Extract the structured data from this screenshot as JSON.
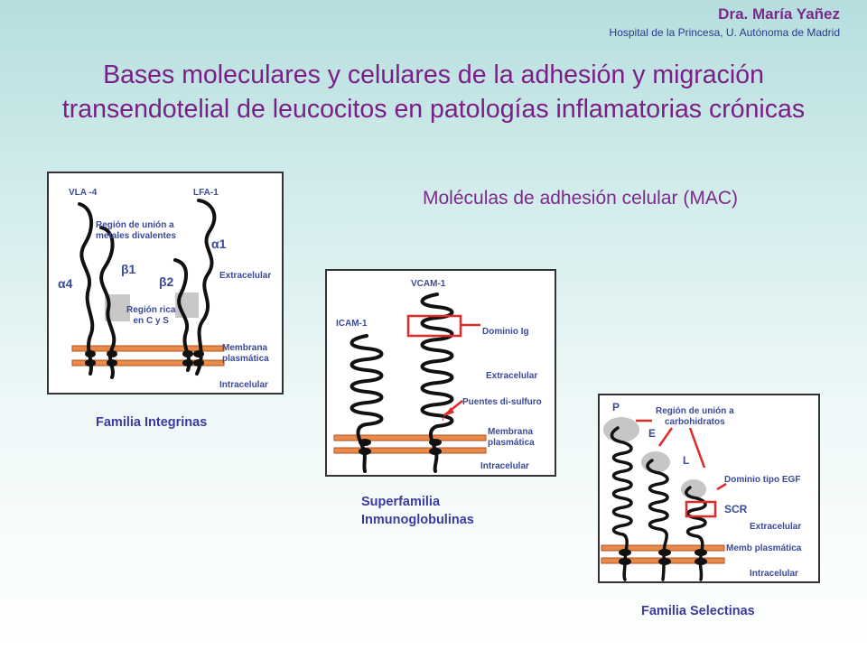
{
  "header": {
    "author": "Dra. María Yañez",
    "affiliation": "Hospital de la Princesa, U. Autónoma de Madrid",
    "title_line1": "Bases moleculares y celulares de la adhesión y migración",
    "title_line2": "transendotelial de leucocitos en patologías inflamatorias crónicas"
  },
  "subtitle": "Moléculas de adhesión celular (MAC)",
  "integrins": {
    "caption": "Familia Integrinas",
    "vla4": "VLA -4",
    "lfa1": "LFA-1",
    "metal_region_1": "Región de unión a",
    "metal_region_2": "metales divalentes",
    "alpha1": "α1",
    "beta1": "β1",
    "beta2": "β2",
    "alpha4": "α4",
    "cys_region_1": "Región rica",
    "cys_region_2": "en C y S",
    "extracellular": "Extracelular",
    "membrane_1": "Membrana",
    "membrane_2": "plasmática",
    "intracellular": "Intracelular"
  },
  "immunoglobulins": {
    "caption_1": "Superfamilia",
    "caption_2": "Inmunoglobulinas",
    "vcam1": "VCAM-1",
    "icam1": "ICAM-1",
    "ig_domain": "Dominio Ig",
    "extracellular": "Extracelular",
    "disulfide": "Puentes di-sulfuro",
    "membrane_1": "Membrana",
    "membrane_2": "plasmática",
    "intracellular": "Intracelular"
  },
  "selectins": {
    "caption": "Familia Selectinas",
    "p": "P",
    "e": "E",
    "l": "L",
    "carb_region_1": "Región de unión a",
    "carb_region_2": "carbohidratos",
    "egf": "Dominio tipo EGF",
    "scr": "SCR",
    "extracellular": "Extracelular",
    "membrane": "Memb plasmática",
    "intracellular": "Intracelular"
  },
  "colors": {
    "title": "#7a1f86",
    "label": "#3a4a9a",
    "membrane": "#e88a4a",
    "membrane_edge": "#b5501f",
    "highlight": "#e02a2a"
  }
}
